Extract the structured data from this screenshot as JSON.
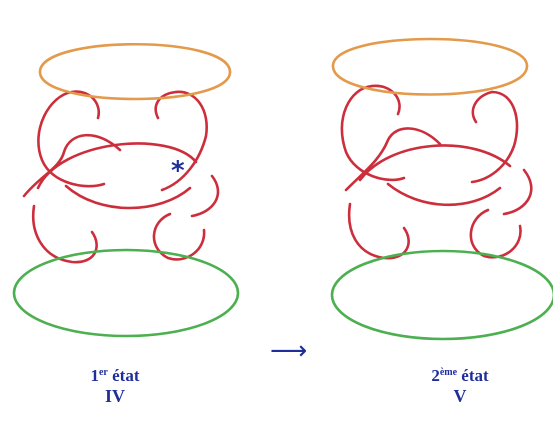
{
  "colors": {
    "top_ring": "#e39a4b",
    "bottom_ring": "#4caf50",
    "knot": "#cc2e3c",
    "text": "#1f2f9a"
  },
  "marker": "*",
  "arrow": "⟶",
  "states": [
    {
      "num_prefix": "1",
      "sup": "er",
      "word": " état",
      "label": "IV"
    },
    {
      "num_prefix": "2",
      "sup": "ème",
      "word": " état",
      "label": "V"
    }
  ]
}
